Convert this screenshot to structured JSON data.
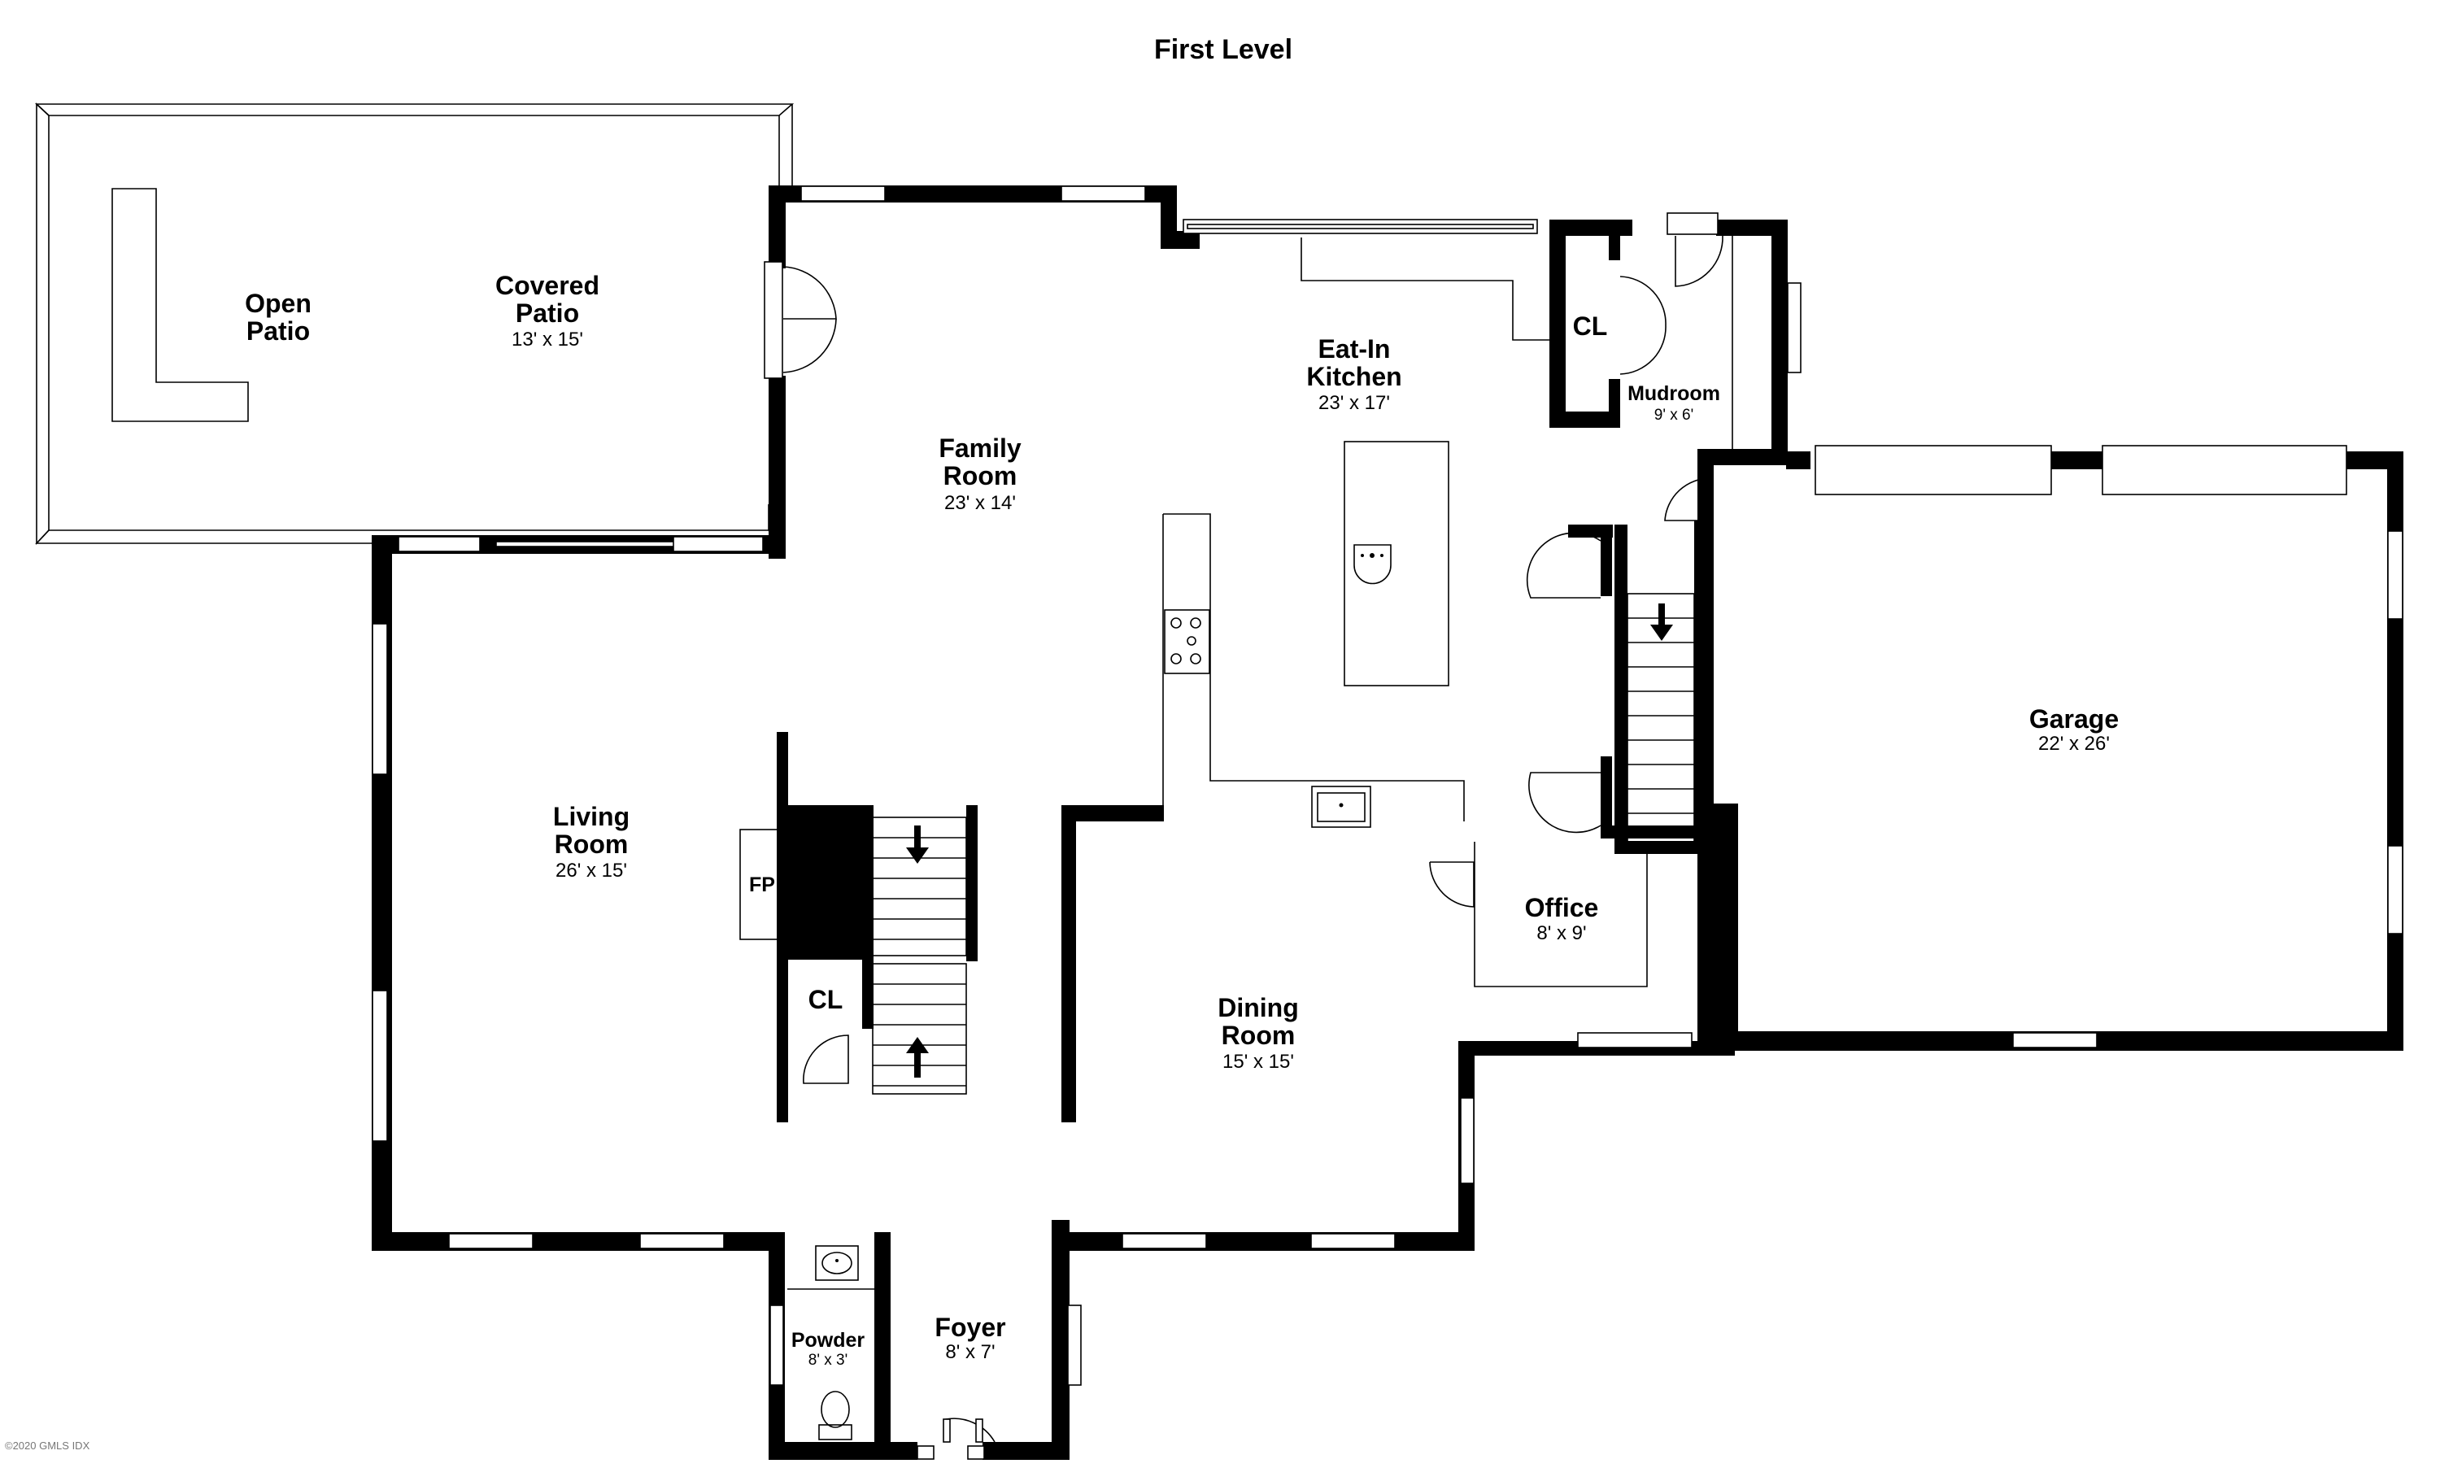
{
  "title": "First Level",
  "copyright": "©2020 GMLS IDX",
  "rooms": {
    "open_patio": {
      "name_lines": [
        "Open",
        "Patio"
      ],
      "dims": ""
    },
    "covered_patio": {
      "name_lines": [
        "Covered",
        "Patio"
      ],
      "dims": "13' x 15'"
    },
    "family_room": {
      "name_lines": [
        "Family",
        "Room"
      ],
      "dims": "23' x 14'"
    },
    "eat_in_kitchen": {
      "name_lines": [
        "Eat-In",
        "Kitchen"
      ],
      "dims": "23' x 17'"
    },
    "closet_kitchen": {
      "name_lines": [
        "CL"
      ],
      "dims": ""
    },
    "mudroom": {
      "name_lines": [
        "Mudroom"
      ],
      "dims": "9' x 6'"
    },
    "garage": {
      "name_lines": [
        "Garage"
      ],
      "dims": "22' x 26'"
    },
    "living_room": {
      "name_lines": [
        "Living",
        "Room"
      ],
      "dims": "26' x 15'"
    },
    "fireplace": {
      "name_lines": [
        "FP"
      ],
      "dims": ""
    },
    "closet_stair": {
      "name_lines": [
        "CL"
      ],
      "dims": ""
    },
    "office": {
      "name_lines": [
        "Office"
      ],
      "dims": "8' x 9'"
    },
    "dining_room": {
      "name_lines": [
        "Dining",
        "Room"
      ],
      "dims": "15' x 15'"
    },
    "foyer": {
      "name_lines": [
        "Foyer"
      ],
      "dims": "8' x 7'"
    },
    "powder": {
      "name_lines": [
        "Powder"
      ],
      "dims": "8' x 3'"
    }
  }
}
